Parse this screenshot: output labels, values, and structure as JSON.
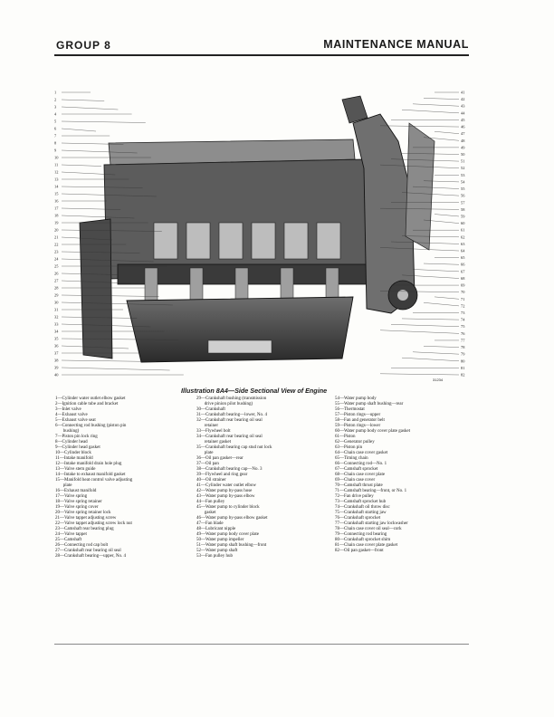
{
  "header": {
    "left": "GROUP 8",
    "right": "MAINTENANCE MANUAL"
  },
  "figure": {
    "id_label": "31234",
    "left_callouts": [
      "1",
      "2",
      "3",
      "4",
      "5",
      "6",
      "7",
      "8",
      "9",
      "10",
      "11",
      "12",
      "13",
      "14",
      "15",
      "16",
      "17",
      "18",
      "19",
      "20",
      "21",
      "22",
      "23",
      "24",
      "25",
      "26",
      "27",
      "28",
      "29",
      "30",
      "31",
      "32",
      "33",
      "34",
      "35",
      "36",
      "37",
      "38",
      "39",
      "40"
    ],
    "right_callouts": [
      "41",
      "42",
      "43",
      "44",
      "45",
      "46",
      "47",
      "48",
      "49",
      "50",
      "51",
      "52",
      "53",
      "54",
      "55",
      "56",
      "57",
      "58",
      "59",
      "60",
      "61",
      "62",
      "63",
      "64",
      "65",
      "66",
      "67",
      "68",
      "69",
      "70",
      "71",
      "72",
      "73",
      "74",
      "75",
      "76",
      "77",
      "78",
      "79",
      "80",
      "81",
      "82"
    ]
  },
  "caption": "Illustration 8A4—Side Sectional View of Engine",
  "parts": {
    "col1": [
      "1—Cylinder water outlet elbow gasket",
      "2—Ignition cable tube and bracket",
      "3—Inlet valve",
      "4—Exhaust valve",
      "5—Exhaust valve seat",
      "6—Connecting rod bushing (piston pin\n       bushing)",
      "7—Piston pin lock ring",
      "8—Cylinder head",
      "9—Cylinder head gasket",
      "10—Cylinder block",
      "11—Intake manifold",
      "12—Intake manifold drain hole plug",
      "13—Valve stem guide",
      "14—Intake to exhaust manifold gasket",
      "15—Manifold heat control valve adjusting\n       plate",
      "16—Exhaust manifold",
      "17—Valve spring",
      "18—Valve spring retainer",
      "19—Valve spring cover",
      "20—Valve spring retainer lock",
      "21—Valve tappet adjusting screw",
      "22—Valve tappet adjusting screw lock nut",
      "23—Camshaft rear bearing plug",
      "24—Valve tappet",
      "25—Camshaft",
      "26—Connecting rod cap bolt",
      "27—Crankshaft rear bearing oil seal",
      "28—Crankshaft bearing—upper, No. 4"
    ],
    "col2": [
      "29—Crankshaft bushing (transmission\n       drive pinion pilot bushing)",
      "30—Crankshaft",
      "31—Crankshaft bearing—lower, No. 4",
      "32—Crankshaft rear bearing oil seal\n       retainer",
      "33—Flywheel bolt",
      "34—Crankshaft rear bearing oil seal\n       retainer gasket",
      "35—Crankshaft bearing cap stud nut lock\n       plate",
      "36—Oil pan gasket—rear",
      "37—Oil pan",
      "38—Crankshaft bearing cap—No. 3",
      "39—Flywheel and ring gear",
      "40—Oil strainer",
      "41—Cylinder water outlet elbow",
      "42—Water pump by-pass hose",
      "43—Water pump by-pass elbow",
      "44—Fan pulley",
      "45—Water pump to cylinder block\n       gasket",
      "46—Water pump by-pass elbow gasket",
      "47—Fan blade",
      "48—Lubricant nipple",
      "49—Water pump body cover plate",
      "50—Water pump impeller",
      "51—Water pump shaft bushing—front",
      "52—Water pump shaft",
      "53—Fan pulley hub"
    ],
    "col3": [
      "54—Water pump body",
      "55—Water pump shaft bushing—rear",
      "56—Thermostat",
      "57—Piston rings—upper",
      "58—Fan and generator belt",
      "59—Piston rings—lower",
      "60—Water pump body cover plate gasket",
      "61—Piston",
      "62—Generator pulley",
      "63—Piston pin",
      "64—Chain case cover gasket",
      "65—Timing chain",
      "66—Connecting rod—No. 1",
      "67—Camshaft sprocket",
      "68—Chain case cover plate",
      "69—Chain case cover",
      "70—Camshaft thrust plate",
      "71—Camshaft bearing—front, or No. 1",
      "72—Fan drive pulley",
      "73—Camshaft sprocket hub",
      "74—Crankshaft oil throw disc",
      "75—Crankshaft starting jaw",
      "76—Crankshaft sprocket",
      "77—Crankshaft starting jaw lockwasher",
      "78—Chain case cover oil seal—cork",
      "79—Connecting rod bearing",
      "80—Crankshaft sprocket shim",
      "81—Chain case cover plate gasket",
      "82—Oil pan gasket—front"
    ]
  },
  "colors": {
    "ink": "#1a1a1a",
    "engine_dark": "#2b2b2b",
    "engine_mid": "#7a7a7a",
    "engine_light": "#c9c9c9"
  }
}
